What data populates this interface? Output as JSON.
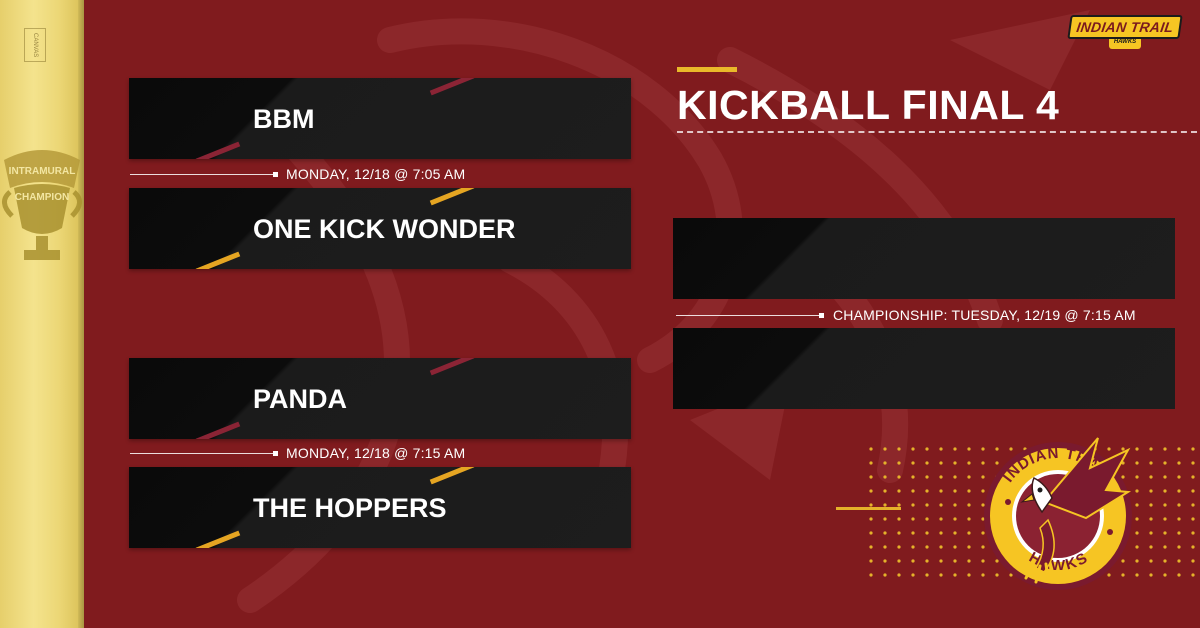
{
  "branding": {
    "logo_text": "INDIAN TRAIL",
    "logo_subtext": "HAWKS",
    "badge_text_top": "INDIAN TRAIL",
    "badge_text_bottom": "HAWKS",
    "shirt_badge_line1": "INTRAMURAL",
    "shirt_badge_line2": "CHAMPION",
    "shirt_tag": "CANVAS"
  },
  "title": "KICKBALL FINAL 4",
  "semifinals": [
    {
      "team_top": "BBM",
      "team_bottom": "ONE KICK WONDER",
      "time": "MONDAY, 12/18 @ 7:05 AM"
    },
    {
      "team_top": "PANDA",
      "team_bottom": "THE HOPPERS",
      "time": "MONDAY, 12/18 @ 7:15 AM"
    }
  ],
  "championship": {
    "team_top": "",
    "team_bottom": "",
    "time": "CHAMPIONSHIP: TUESDAY, 12/19 @ 7:15 AM"
  },
  "colors": {
    "background": "#801b1e",
    "gold": "#e9b92a",
    "maroon_stripe": "#8b2435",
    "gold_stripe": "#e5a522",
    "box": "#1d1d1d"
  }
}
